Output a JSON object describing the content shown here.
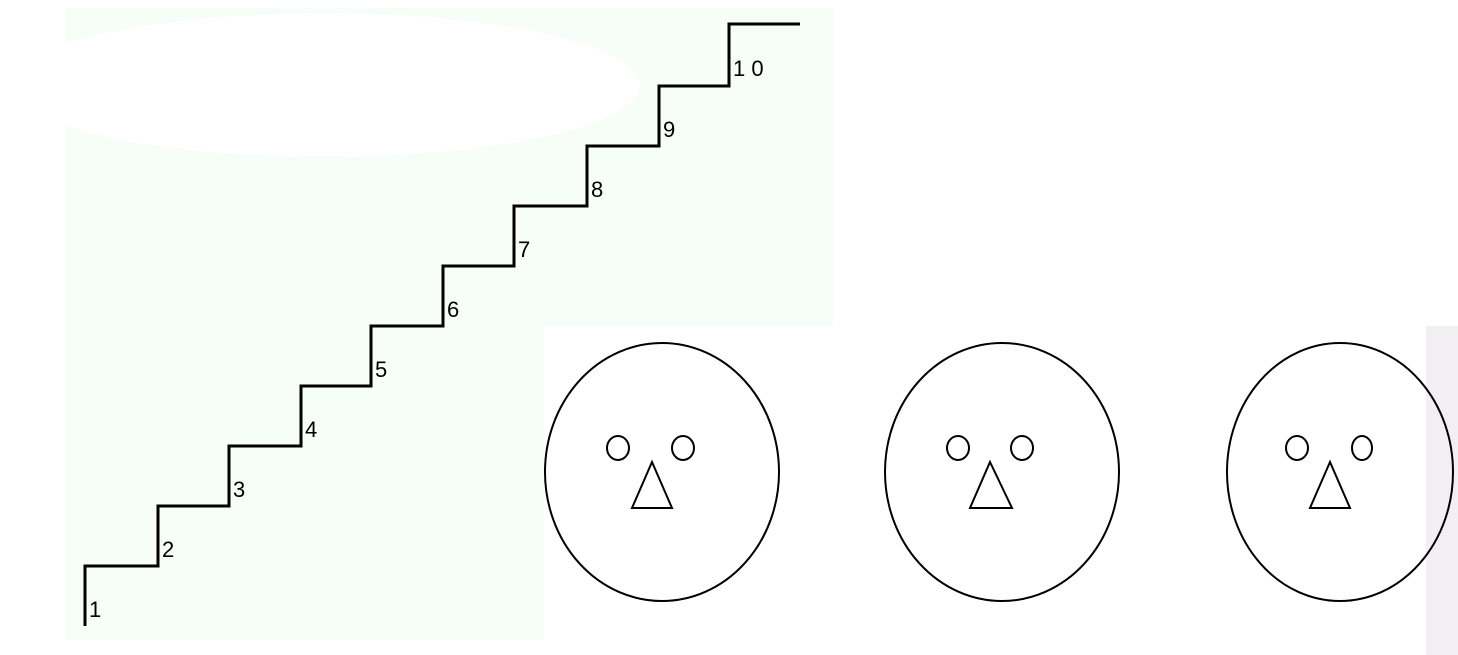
{
  "staircase": {
    "step_labels": [
      "1",
      "2",
      "3",
      "4",
      "5",
      "6",
      "7",
      "8",
      "9",
      "1 0"
    ]
  },
  "faces": {
    "count": 3,
    "items": [
      {
        "name": "face-1"
      },
      {
        "name": "face-2"
      },
      {
        "name": "face-3"
      }
    ]
  }
}
